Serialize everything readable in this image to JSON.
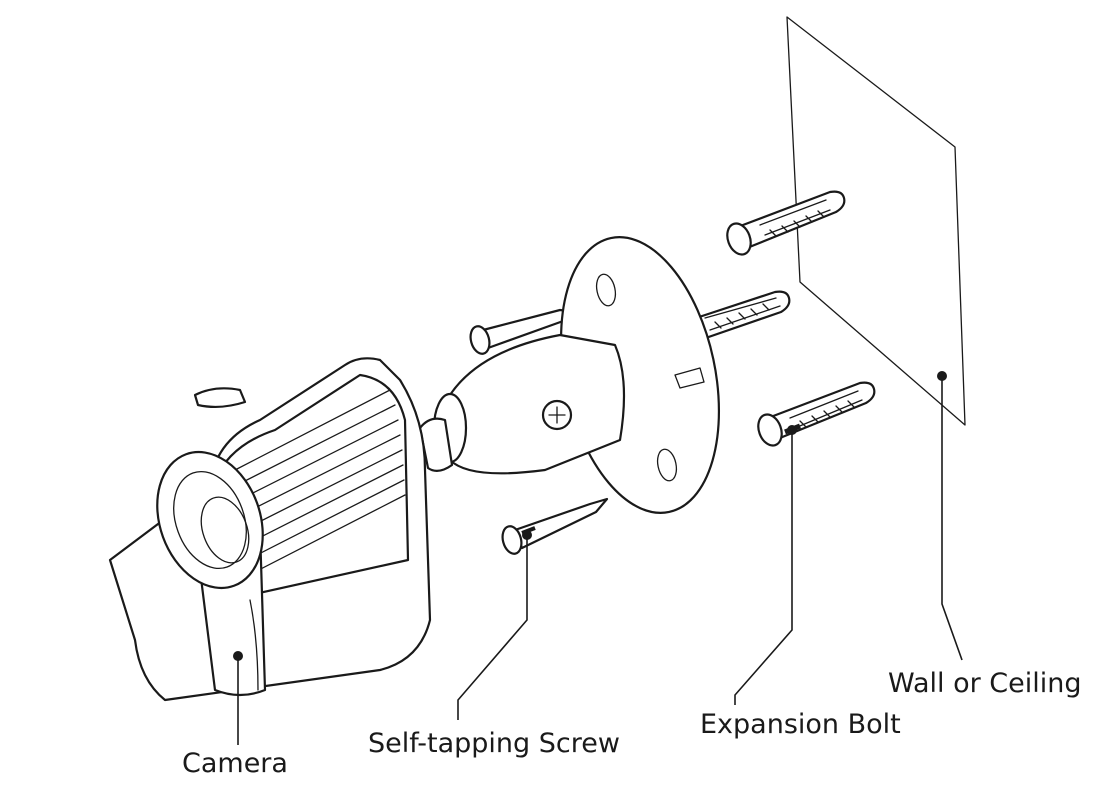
{
  "labels": {
    "camera": "Camera",
    "self_tapping_screw": "Self-tapping Screw",
    "expansion_bolt": "Expansion Bolt",
    "wall_or_ceiling": "Wall or Ceiling"
  },
  "colors": {
    "ink": "#1a1a1a",
    "background": "#ffffff"
  }
}
